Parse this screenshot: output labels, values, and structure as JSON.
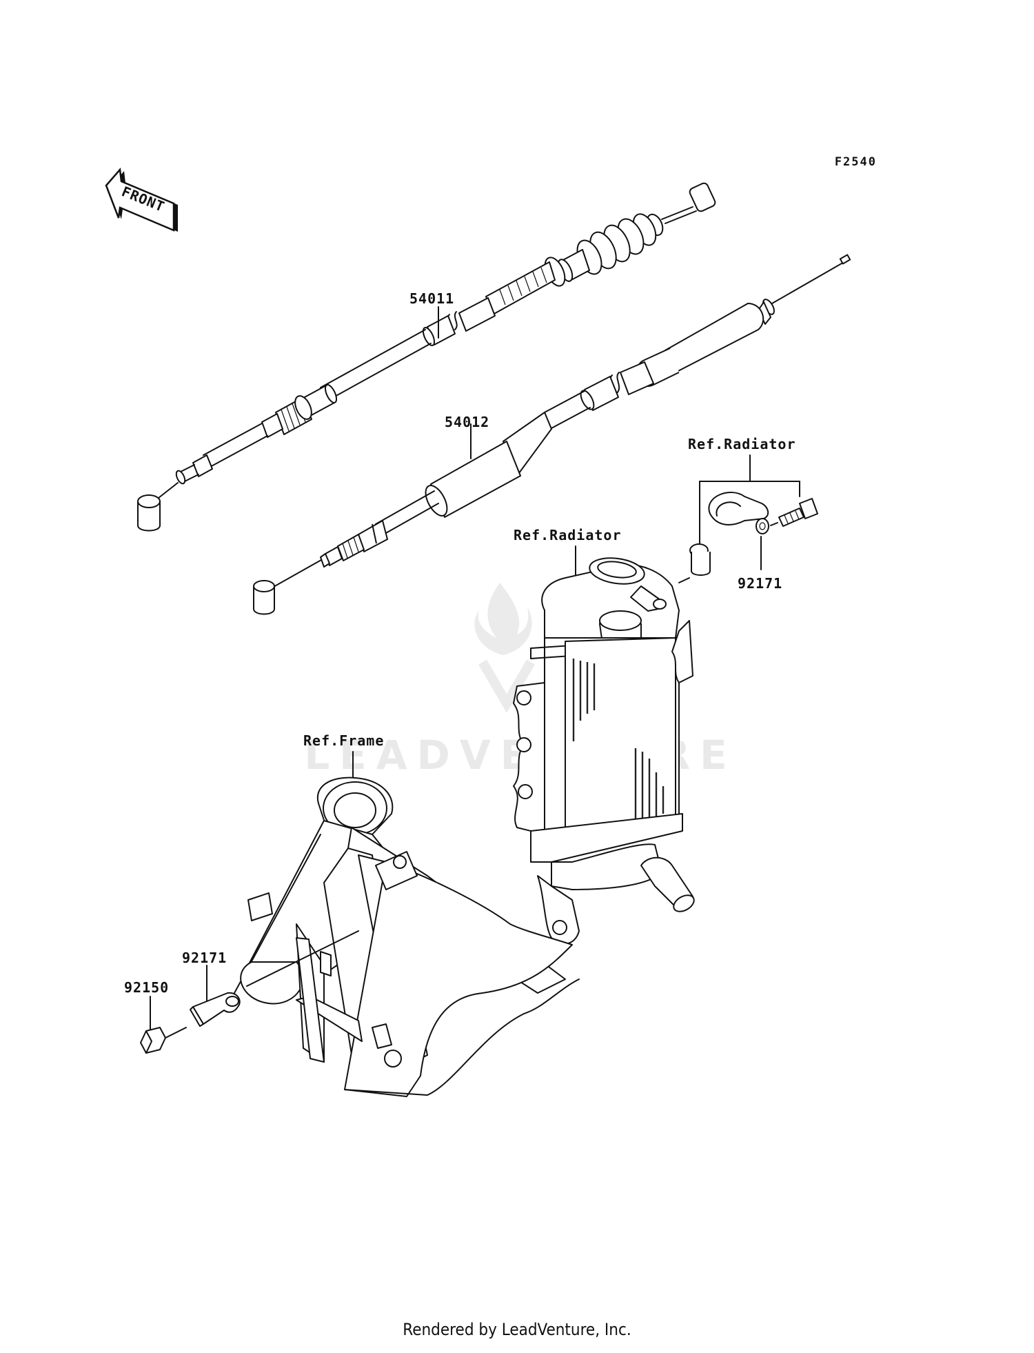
{
  "figure_code": "F2540",
  "front_label": "FRONT",
  "watermark": "LEADVENTURE",
  "labels": {
    "clutch_cable": "54011",
    "throttle_cable": "54012",
    "ref_radiator_top": "Ref.Radiator",
    "ref_radiator_mid": "Ref.Radiator",
    "ref_frame": "Ref.Frame",
    "clamp_upper": "92171",
    "clamp_lower": "92171",
    "bolt": "92150"
  },
  "footer": "Rendered by LeadVenture, Inc."
}
